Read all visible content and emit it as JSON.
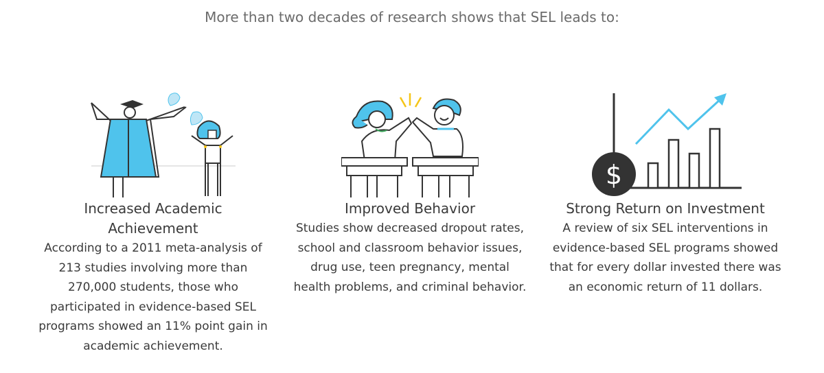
{
  "intro": "More than two decades of research shows that SEL leads to:",
  "colors": {
    "accent_blue": "#4fc3ec",
    "accent_yellow": "#f5c518",
    "line_dark": "#333333",
    "accent_green": "#3aa65a"
  },
  "benefits": [
    {
      "title": "Increased Academic Achievement",
      "body": "According to a 2011 meta-analysis of 213 studies involving more than 270,000 students, those who participated in evidence-based SEL programs showed an 11% point gain in academic achievement.",
      "icon": "graduation-celebration-icon"
    },
    {
      "title": "Improved Behavior",
      "body": "Studies show decreased dropout rates, school and classroom behavior issues, drug use, teen pregnancy, mental health problems, and criminal behavior.",
      "icon": "students-high-five-icon"
    },
    {
      "title": "Strong Return on Investment",
      "body": "A review of six SEL interventions in evidence-based SEL programs showed that for every dollar invested there was an economic return of 11 dollars.",
      "icon": "dollar-growth-chart-icon",
      "symbol": "$"
    }
  ]
}
